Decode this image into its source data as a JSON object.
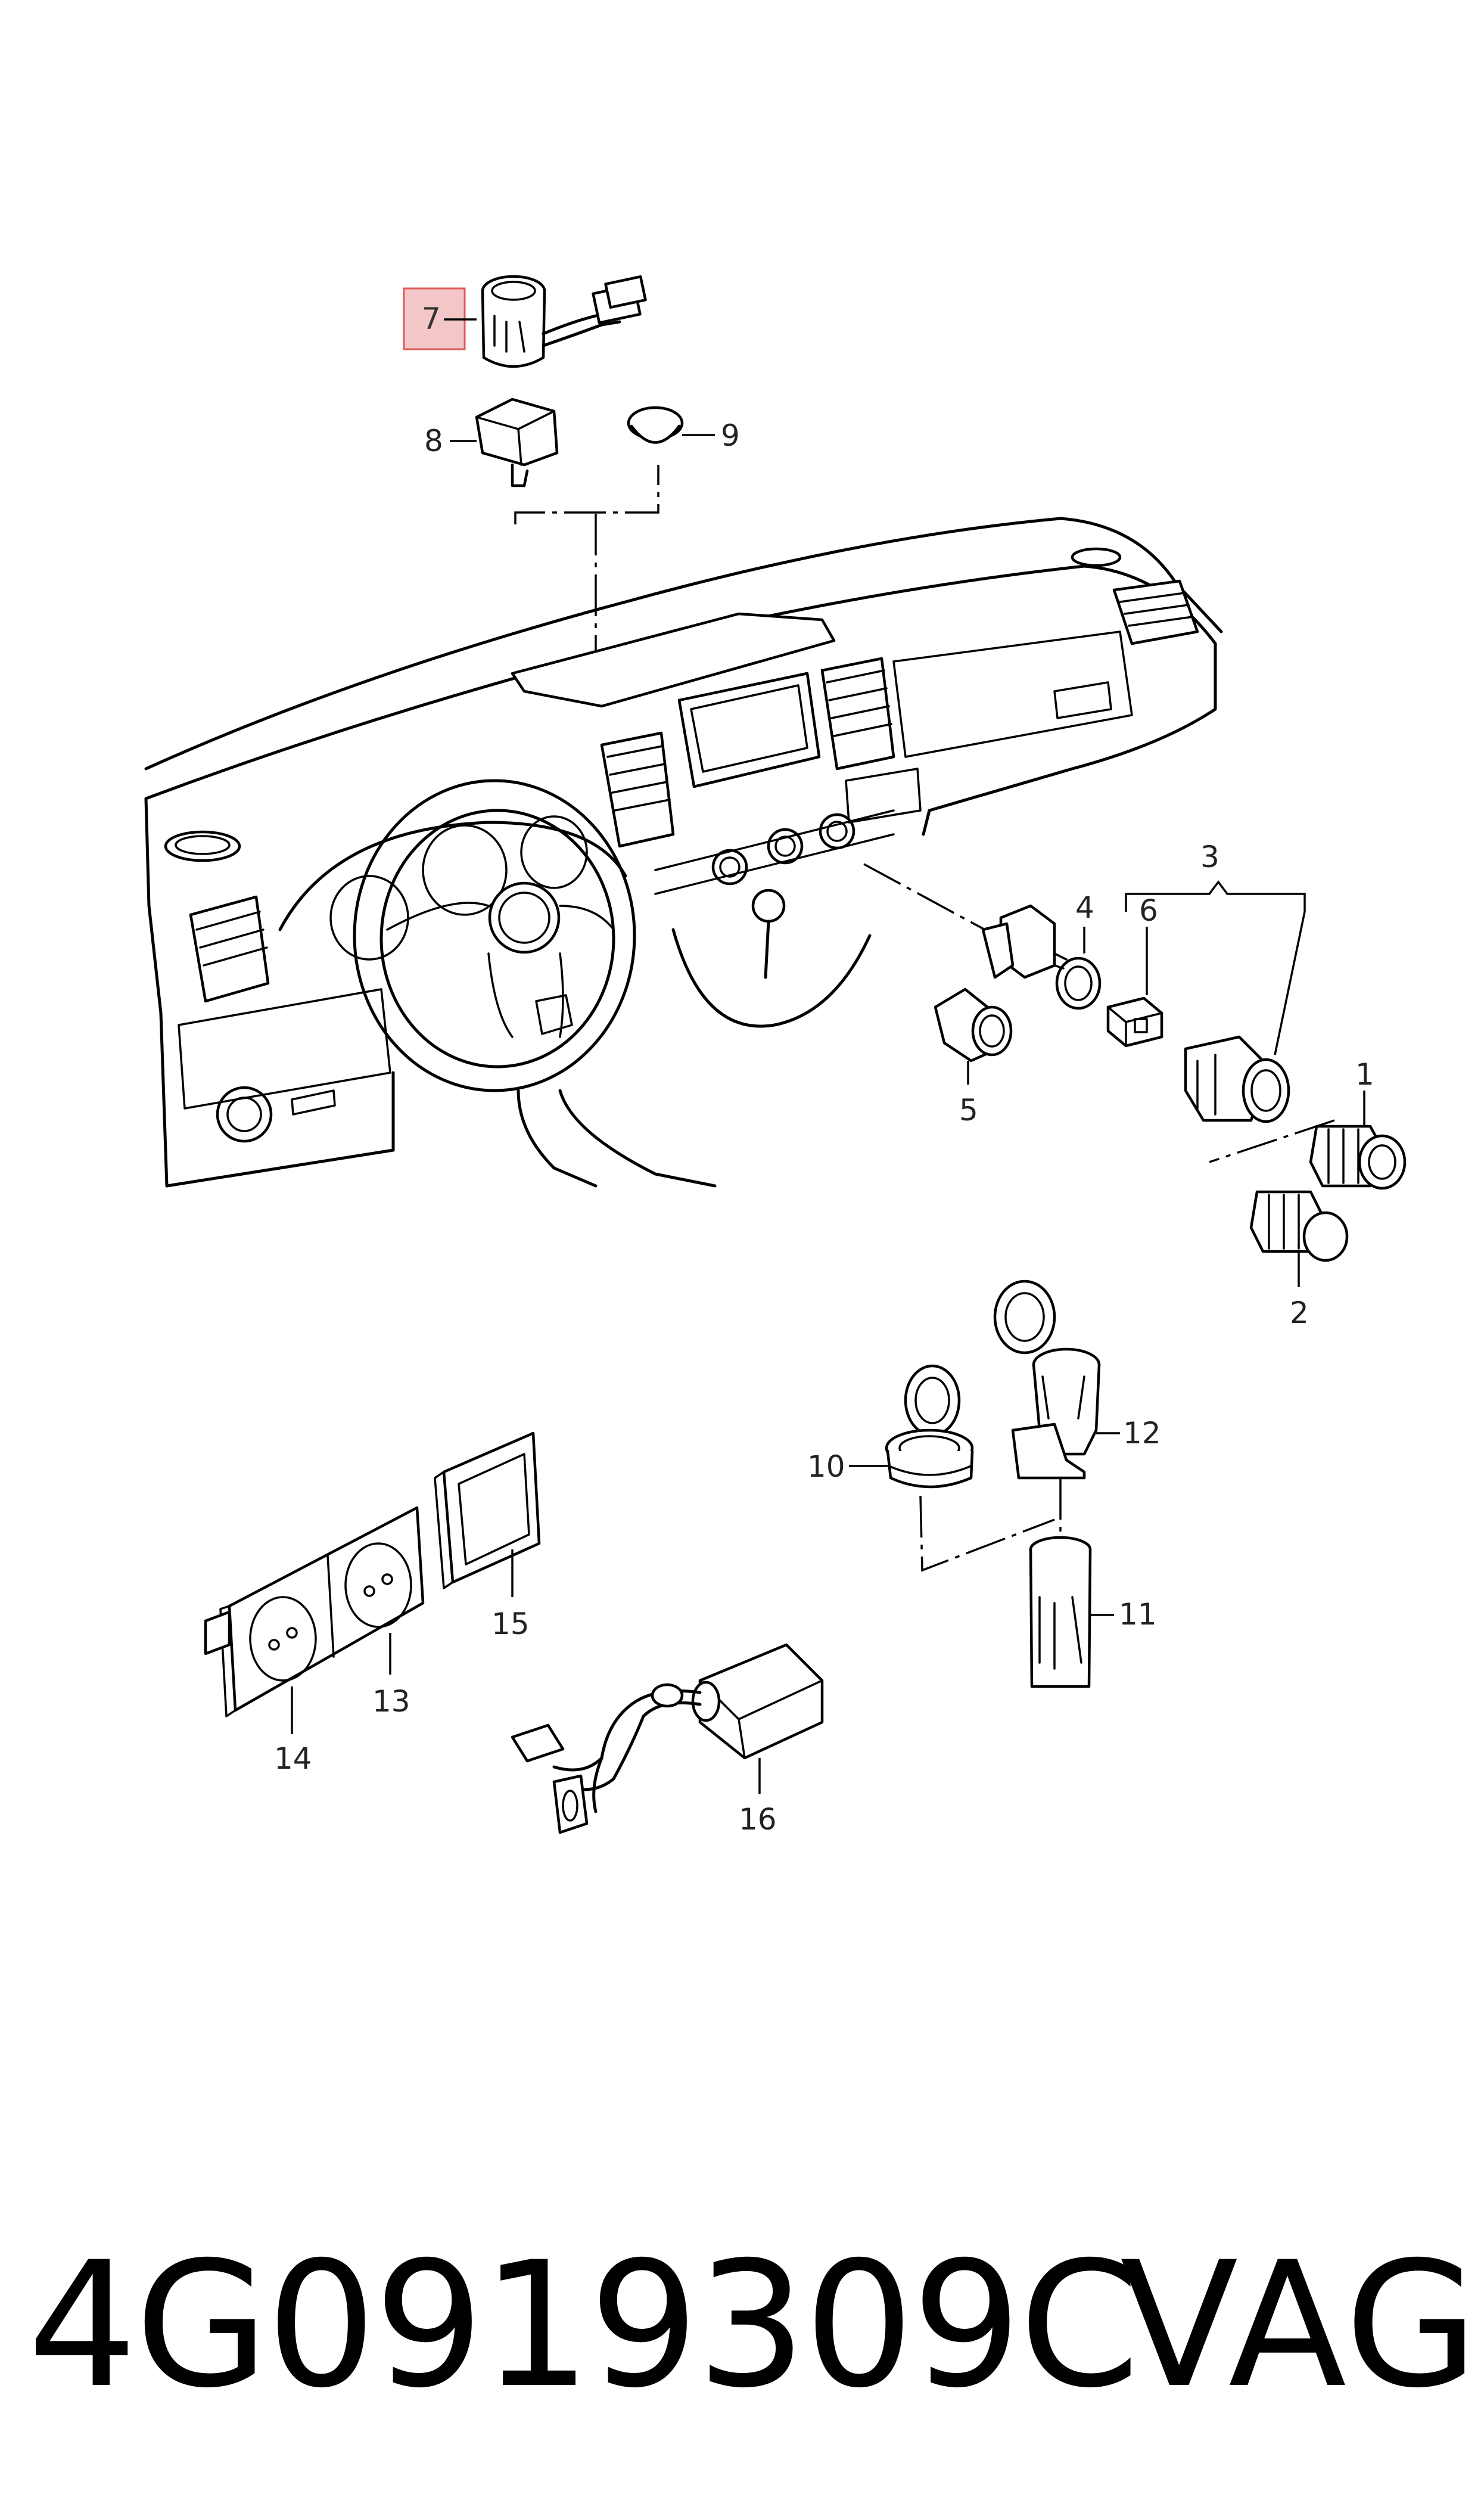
{
  "callouts": {
    "c1": "1",
    "c2": "2",
    "c3": "3",
    "c4": "4",
    "c5": "5",
    "c6": "6",
    "c7": "7",
    "c8": "8",
    "c9": "9",
    "c10": "10",
    "c11": "11",
    "c12": "12",
    "c13": "13",
    "c14": "14",
    "c15": "15",
    "c16": "16"
  },
  "highlighted_callout": "7",
  "highlight_color": "#f3c7c7",
  "highlight_border": "#e05a5a",
  "footer": {
    "part_number": "4G0919309C",
    "brand": "VAG"
  }
}
